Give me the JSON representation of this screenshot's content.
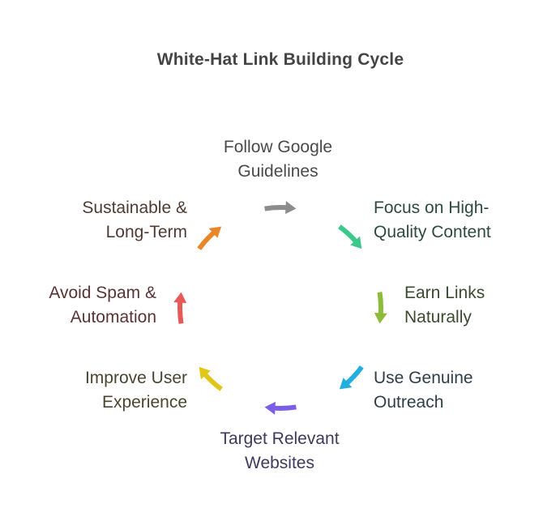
{
  "title": "White-Hat Link Building Cycle",
  "steps": [
    {
      "lines": [
        "Follow Google",
        "Guidelines"
      ],
      "color": "#8c8c8c",
      "text_color": "#4a4a4a"
    },
    {
      "lines": [
        "Focus on High-",
        "Quality Content"
      ],
      "color": "#3cc88a",
      "text_color": "#2e4a3e"
    },
    {
      "lines": [
        "Earn Links",
        "Naturally"
      ],
      "color": "#8dbb3a",
      "text_color": "#3c4a30"
    },
    {
      "lines": [
        "Use Genuine",
        "Outreach"
      ],
      "color": "#22aee0",
      "text_color": "#2e3f4a"
    },
    {
      "lines": [
        "Target Relevant",
        "Websites"
      ],
      "color": "#7b5ee8",
      "text_color": "#3e3a5c"
    },
    {
      "lines": [
        "Improve User",
        "Experience"
      ],
      "color": "#e0c616",
      "text_color": "#4a4530"
    },
    {
      "lines": [
        "Avoid Spam &",
        "Automation"
      ],
      "color": "#e85858",
      "text_color": "#5a3434"
    },
    {
      "lines": [
        "Sustainable &",
        "Long-Term"
      ],
      "color": "#e8862a",
      "text_color": "#4e3c32"
    }
  ]
}
